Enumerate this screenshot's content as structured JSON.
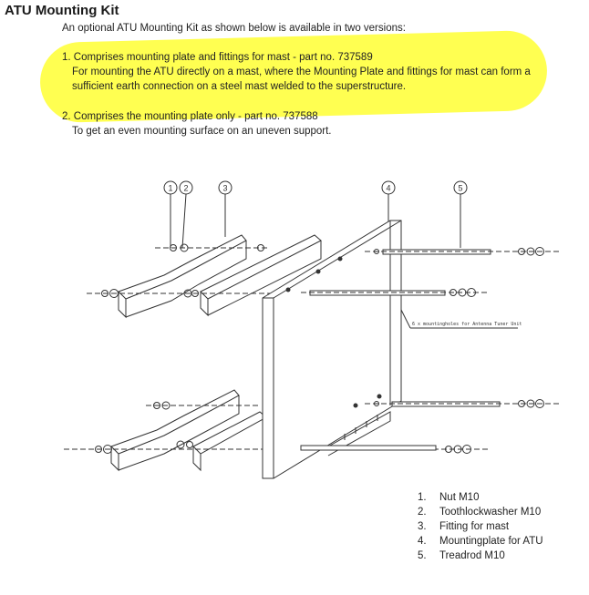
{
  "title": "ATU Mounting Kit",
  "intro": "An optional ATU Mounting Kit as shown below is available in two versions:",
  "versions": [
    {
      "line1": "1. Comprises mounting plate and fittings for mast - part no. 737589",
      "line2": "For mounting the ATU directly on a mast, where the Mounting Plate and fittings for mast can form a",
      "line3": "sufficient earth connection on a steel mast welded to the superstructure."
    },
    {
      "line1": "2. Comprises the mounting plate only - part no. 737588",
      "line2": "To get an even mounting surface on an uneven support."
    }
  ],
  "diagram": {
    "callouts": [
      "1",
      "2",
      "3",
      "4",
      "5"
    ],
    "annotation": "6 x mountingholes for Antenna Tuner Unit"
  },
  "legend": [
    {
      "num": "1.",
      "label": "Nut M10"
    },
    {
      "num": "2.",
      "label": "Toothlockwasher M10"
    },
    {
      "num": "3.",
      "label": "Fitting for mast"
    },
    {
      "num": "4.",
      "label": "Mountingplate for ATU"
    },
    {
      "num": "5.",
      "label": "Treadrod M10"
    }
  ],
  "colors": {
    "highlight": "#ffff33",
    "line": "#333333"
  }
}
